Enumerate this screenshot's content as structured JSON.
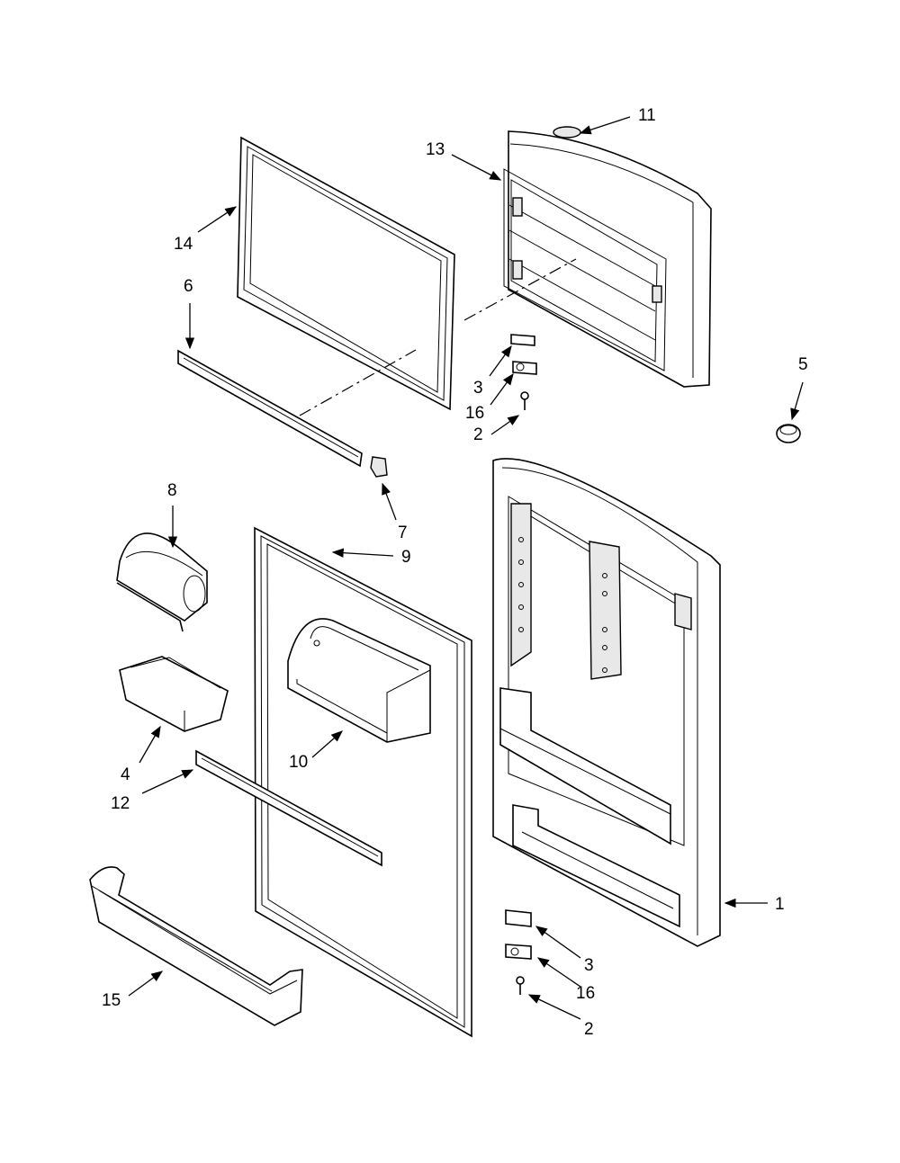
{
  "callouts": {
    "c1": "1",
    "c2a": "2",
    "c2b": "2",
    "c3a": "3",
    "c3b": "3",
    "c4": "4",
    "c5": "5",
    "c6": "6",
    "c7": "7",
    "c8": "8",
    "c9": "9",
    "c10": "10",
    "c11": "11",
    "c12": "12",
    "c13": "13",
    "c14": "14",
    "c15": "15",
    "c16a": "16",
    "c16b": "16"
  },
  "colors": {
    "line": "#000000",
    "background": "#ffffff",
    "shade": "#e8e8e8"
  }
}
